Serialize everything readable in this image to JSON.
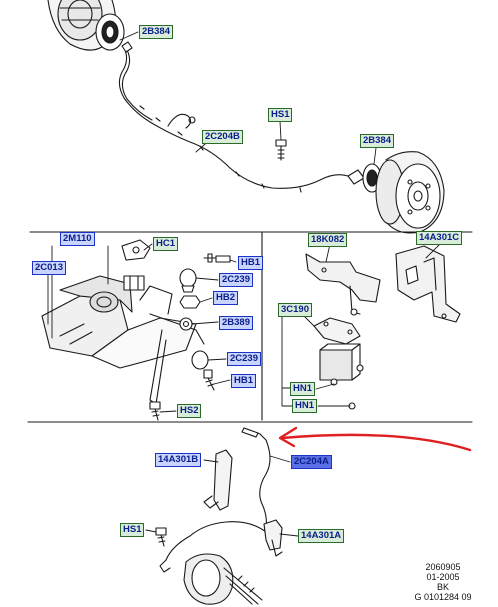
{
  "labels": {
    "top_2b384_a": "2B384",
    "top_hs1": "HS1",
    "top_2c204b": "2C204B",
    "top_2b384_b": "2B384",
    "mid_2m110": "2M110",
    "mid_2c013": "2C013",
    "mid_hc1": "HC1",
    "mid_hb1_a": "HB1",
    "mid_2c239_a": "2C239",
    "mid_hb2": "HB2",
    "mid_2b389": "2B389",
    "mid_2c239_b": "2C239",
    "mid_hb1_b": "HB1",
    "mid_hs2": "HS2",
    "right_18k082": "18K082",
    "right_14a301c": "14A301C",
    "right_3c190": "3C190",
    "right_hn1_a": "HN1",
    "right_hn1_b": "HN1",
    "bot_14a301b": "14A301B",
    "bot_2c204a": "2C204A",
    "bot_hs1": "HS1",
    "bot_14a301a": "14A301A"
  },
  "footer": {
    "line1": "2060905",
    "line2": "01-2005",
    "line3": "BK",
    "line4": "G 0101284 09"
  },
  "colors": {
    "label_blue_border": "#1a32c8",
    "label_green_border": "#2a6b2a",
    "arrow_red": "#e02020"
  }
}
